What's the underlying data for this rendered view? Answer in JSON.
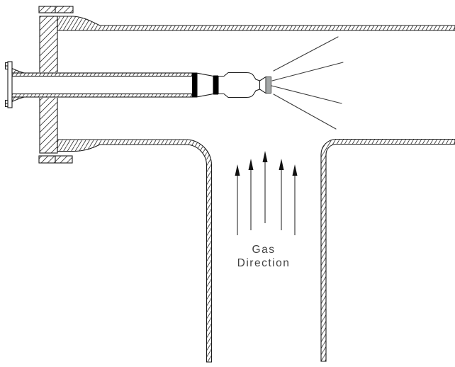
{
  "diagram": {
    "type": "technical-section-drawing",
    "labels": {
      "gas_line1": "Gas",
      "gas_line2": "Direction"
    },
    "colors": {
      "background": "#ffffff",
      "line": "#1c1c1c",
      "hatch": "#3b3b3b",
      "text": "#3f3f3f",
      "seal_band": "#000000",
      "nozzle_tip": "#a3a7a7"
    },
    "gas_flow": {
      "direction": "up",
      "arrow_count": 5
    },
    "spray": {
      "jet_count": 4
    }
  }
}
